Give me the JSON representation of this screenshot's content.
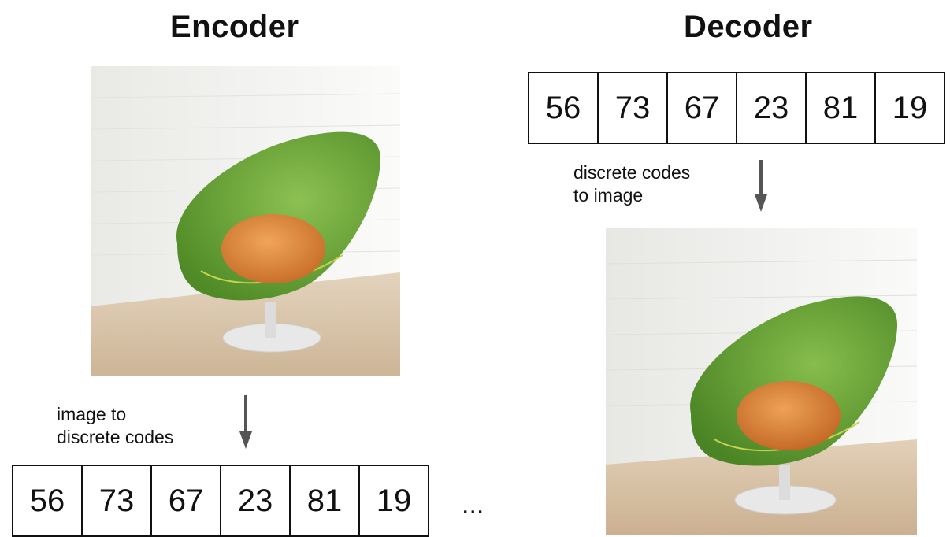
{
  "encoder": {
    "title": "Encoder",
    "caption": "image to\ndiscrete codes",
    "codes": [
      "56",
      "73",
      "67",
      "23",
      "81",
      "19"
    ],
    "ellipsis": "..."
  },
  "decoder": {
    "title": "Decoder",
    "caption": "discrete codes\nto image",
    "codes": [
      "56",
      "73",
      "67",
      "23",
      "81",
      "19"
    ]
  },
  "colors": {
    "chair_green": "#6fa93a",
    "cushion_orange": "#e08a3a",
    "floor": "#d9c4a8",
    "wall": "#f2f2f0",
    "arrow": "#555555"
  }
}
